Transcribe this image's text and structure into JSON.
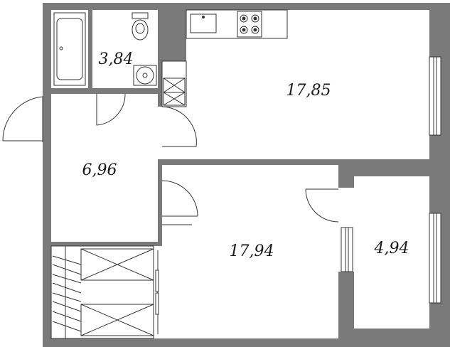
{
  "rooms": [
    {
      "id": "bathroom",
      "area": "3,84"
    },
    {
      "id": "kitchen-living",
      "area": "17,85"
    },
    {
      "id": "hall",
      "area": "6,96"
    },
    {
      "id": "bedroom",
      "area": "17,94"
    },
    {
      "id": "loggia",
      "area": "4,94"
    }
  ],
  "colors": {
    "wall": "#7a7a7a",
    "line": "#333333",
    "floor": "#ffffff"
  }
}
